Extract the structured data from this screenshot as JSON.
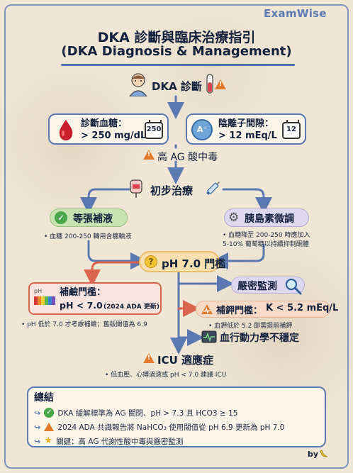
{
  "brand": "ExamWise",
  "title": {
    "zh": "DKA 診斷與臨床治療指引",
    "en": "(DKA Diagnosis & Management)"
  },
  "diagnosis": {
    "label": "DKA 診斷",
    "glucose": {
      "label": "診斷血糖：",
      "value": "> 250 mg/dL",
      "badge": "250"
    },
    "anion_gap": {
      "label": "陰離子間隙：",
      "value": "> 12 mEq/L",
      "badge": "12",
      "icon_text": "A⁻"
    },
    "result": "高 AG 酸中毒"
  },
  "initial_treatment": {
    "label": "初步治療",
    "fluids": {
      "label": "等張補液",
      "note": "• 血糖 200-250 轉用含糖輸液"
    },
    "insulin": {
      "label": "胰島素微調",
      "note1": "• 血糖降至 200-250 時應加入",
      "note2": "5-10% 葡萄糖以持續抑制酮體"
    }
  },
  "ph_threshold": {
    "label": "pH 7.0 門檻",
    "bicarb": {
      "label": "補鹼門檻：",
      "value": "pH < 7.0",
      "note": "(2024 ADA 更新)",
      "ph_icon": "pH",
      "bullet": "• pH 低於 7.0 才考慮補鹼；舊版閾值為 6.9"
    },
    "monitor": {
      "label": "嚴密監測"
    },
    "potassium": {
      "label": "補鉀門檻：",
      "value": "K < 5.2 mEq/L",
      "note": "• 血鉀低於 5.2 即需提前補鉀"
    },
    "hemodynamic": {
      "label": "血行動力學不穩定"
    }
  },
  "icu": {
    "label": "ICU 適應症",
    "note": "• 低血壓、心搏過速或 pH < 7.0 建議 ICU"
  },
  "summary": {
    "title": "總結",
    "items": [
      "DKA 緩解標準為 AG 關閉、pH > 7.3 且 HCO3 ≥ 15",
      "2024 ADA 共識報告將 NaHCO₃ 使用閾值從 pH 6.9 更新為 pH 7.0",
      "關鍵：高 AG 代謝性酸中毒與嚴密監測"
    ]
  },
  "footer": {
    "by": "by"
  },
  "colors": {
    "arrow_blue": "#5b79b0",
    "arrow_red": "#d9654f",
    "warning_orange": "#e07a2a",
    "frame_blue": "#7f95c2"
  },
  "icons": [
    "patient-icon",
    "test-tube-icon",
    "warning-icon",
    "blood-drop-icon",
    "calendar-icon",
    "anion-icon",
    "iv-bag-icon",
    "syringe-icon",
    "check-icon",
    "gear-icon",
    "question-icon",
    "ph-strip-icon",
    "magnifier-icon",
    "monitor-icon",
    "star-icon",
    "banana-icon"
  ]
}
